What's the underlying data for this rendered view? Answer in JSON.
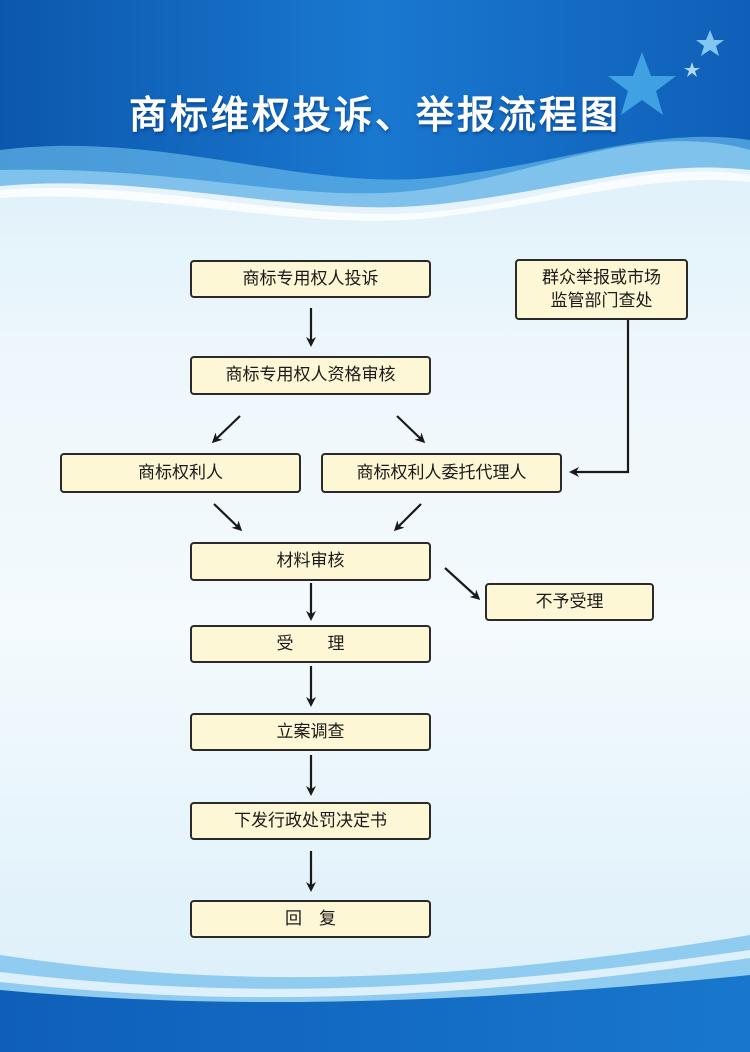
{
  "title": "商标维权投诉、举报流程图",
  "nodes": {
    "complaint": "商标专用权人投诉",
    "public_report_line1": "群众举报或市场",
    "public_report_line2": "监管部门查处",
    "qualification": "商标专用权人资格审核",
    "rights_holder": "商标权利人",
    "agent": "商标权利人委托代理人",
    "material_review": "材料审核",
    "reject": "不予受理",
    "accept": "受　　理",
    "investigation": "立案调查",
    "decision": "下发行政处罚决定书",
    "reply": "回　复"
  },
  "colors": {
    "box_fill": "#fdf7d6",
    "box_border": "#2a2a2a",
    "arrow": "#1a1a1a",
    "header_blue": "#1a6fc2",
    "title_text": "#ffffff"
  }
}
